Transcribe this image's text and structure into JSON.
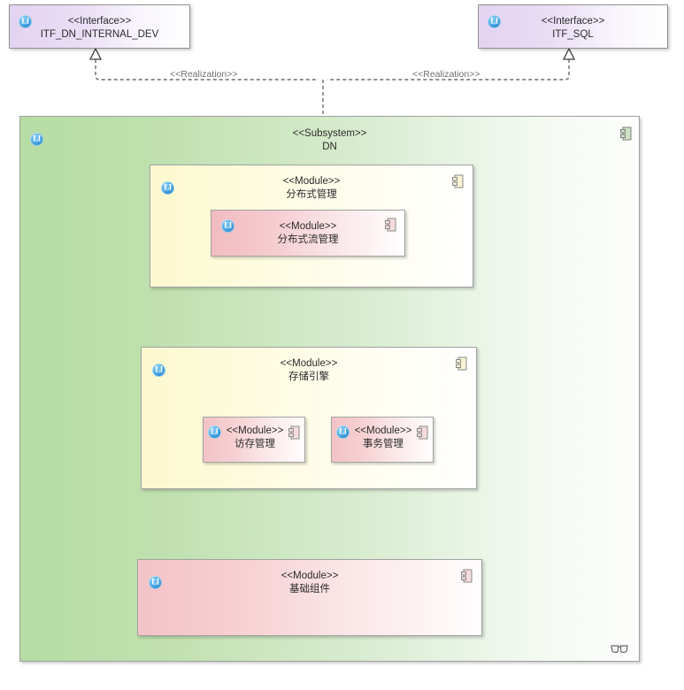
{
  "diagram": {
    "type": "uml-component-diagram",
    "colors": {
      "interface_fill": "#e3d3f2",
      "subsystem_fill": "#b5dda4",
      "module_yellow_fill": "#fcf8cf",
      "module_pink_fill": "#f3c3c6",
      "badge_blue": "#1d7fc4",
      "border": "#9a9a9a",
      "edge_label": "#6d6d6d",
      "component_glyph": "#8d8d8d"
    },
    "interfaces": [
      {
        "stereotype": "<<Interface>>",
        "name": "ITF_DN_INTERNAL_DEV"
      },
      {
        "stereotype": "<<Interface>>",
        "name": "ITF_SQL"
      }
    ],
    "edges": [
      {
        "label": "<<Realization>>",
        "kind": "realization",
        "from": "DN",
        "to": "ITF_DN_INTERNAL_DEV"
      },
      {
        "label": "<<Realization>>",
        "kind": "realization",
        "from": "DN",
        "to": "ITF_SQL"
      }
    ],
    "subsystem": {
      "stereotype": "<<Subsystem>>",
      "name": "DN",
      "modules": [
        {
          "stereotype": "<<Module>>",
          "name": "分布式管理",
          "children": [
            {
              "stereotype": "<<Module>>",
              "name": "分布式流管理"
            }
          ]
        },
        {
          "stereotype": "<<Module>>",
          "name": "存储引擎",
          "children": [
            {
              "stereotype": "<<Module>>",
              "name": "访存管理"
            },
            {
              "stereotype": "<<Module>>",
              "name": "事务管理"
            }
          ]
        },
        {
          "stereotype": "<<Module>>",
          "name": "基础组件",
          "children": []
        }
      ]
    },
    "icons": {
      "badge_text": "LI",
      "component_marker": "component-icon",
      "view_marker": "glasses-icon"
    }
  }
}
